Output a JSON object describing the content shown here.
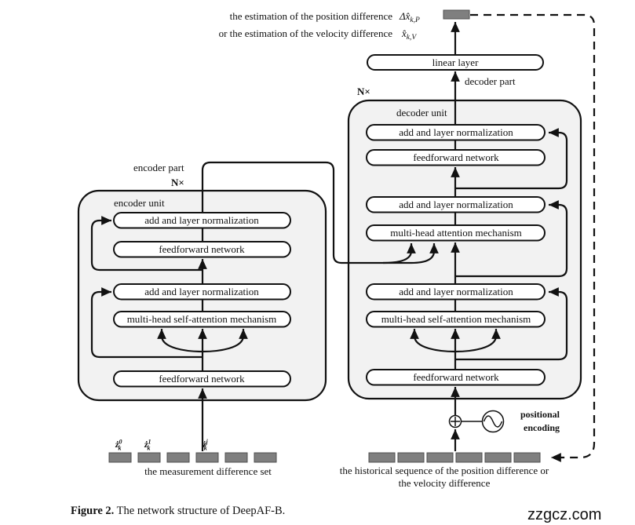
{
  "figure": {
    "caption_label": "Figure 2.",
    "caption_text": " The network structure of DeepAF-B.",
    "watermark": "zzgcz.com"
  },
  "output_labels": {
    "est_line1": "the estimation of the position difference",
    "est_line2": "or the estimation of the velocity difference",
    "pos_math_base": "Δx̂",
    "pos_math_sub": "k,P",
    "vel_math_base": "x̂",
    "vel_math_sub": "k,V"
  },
  "blocks": {
    "linear_layer": "linear layer",
    "add_norm": "add and layer normalization",
    "feedforward": "feedforward network",
    "multi_head_attention": "multi-head attention mechanism",
    "multi_head_self_attention": "multi-head self-attention mechanism"
  },
  "decoder": {
    "part_label": "decoder part",
    "repeat_label": "N×",
    "unit_label": "decoder unit"
  },
  "encoder": {
    "part_label": "encoder part",
    "repeat_label": "N×",
    "unit_label": "encoder unit"
  },
  "positional_encoding": {
    "line1": "positional",
    "line2": "encoding"
  },
  "inputs": {
    "measurement_caption": "the measurement difference set",
    "history_caption_line1": "the historical sequence of the position difference or",
    "history_caption_line2": "the velocity difference",
    "left_token_count": 6,
    "right_token_count": 6,
    "token_labels": [
      {
        "base": "ż",
        "sup": "0",
        "sub": "k"
      },
      {
        "base": "ż",
        "sup": "1",
        "sub": "k"
      },
      {
        "base": "ż",
        "sup": "j",
        "sub": "k"
      }
    ]
  }
}
